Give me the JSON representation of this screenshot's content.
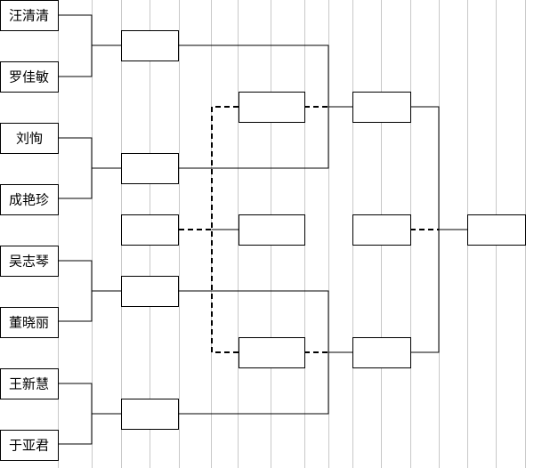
{
  "players": [
    {
      "name": "汪清清"
    },
    {
      "name": "罗佳敏"
    },
    {
      "name": "刘恂"
    },
    {
      "name": "成艳珍"
    },
    {
      "name": "吴志琴"
    },
    {
      "name": "董晓丽"
    },
    {
      "name": "王新慧"
    },
    {
      "name": "于亚君"
    }
  ],
  "colors": {
    "grid": "#c8c8c8",
    "line": "#000000",
    "background": "#ffffff"
  }
}
